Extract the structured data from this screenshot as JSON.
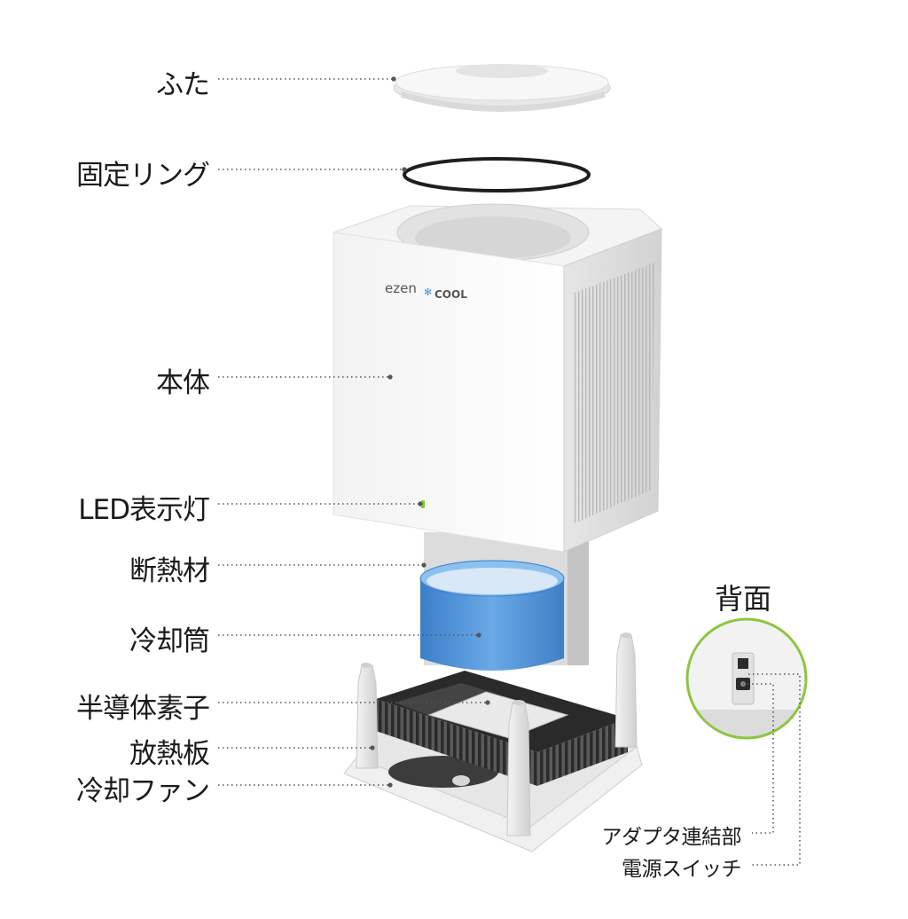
{
  "labels": {
    "lid": "ふた",
    "ring": "固定リング",
    "body": "本体",
    "led": "LED表示灯",
    "insulation": "断熱材",
    "cooling_cylinder": "冷却筒",
    "peltier": "半導体素子",
    "heatsink": "放熱板",
    "fan": "冷却ファン"
  },
  "back_view": {
    "title": "背面",
    "adapter": "アダプタ連結部",
    "switch": "電源スイッチ"
  },
  "product": {
    "brand_left": "ezen",
    "brand_right": "COOL"
  },
  "colors": {
    "back_circle": "#8cc63f",
    "cylinder": "#4a90d9",
    "led": "#7ed321"
  }
}
